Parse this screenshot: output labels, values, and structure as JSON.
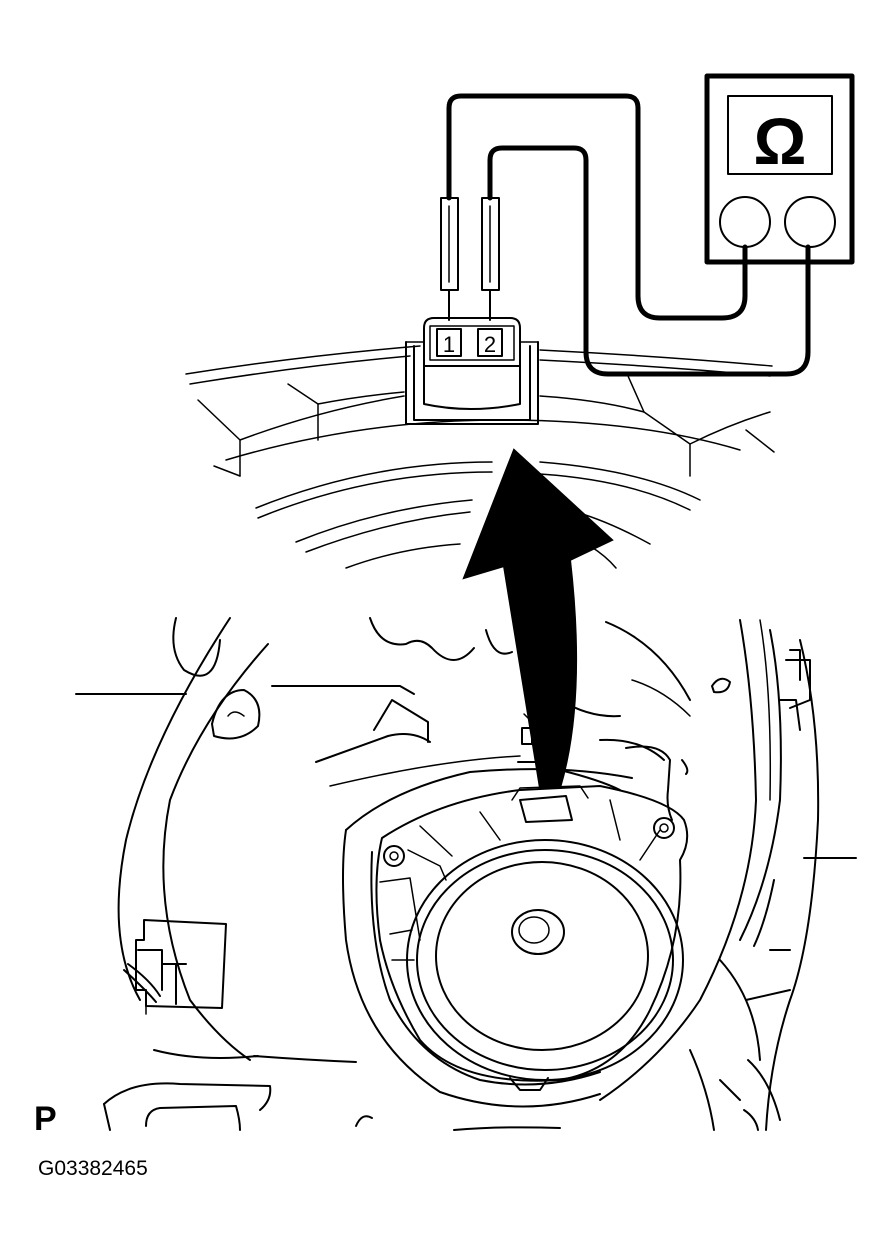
{
  "ohmmeter": {
    "symbol": "Ω"
  },
  "connector": {
    "pin1": "1",
    "pin2": "2"
  },
  "view_letter": "P",
  "figure_code": "G03382465",
  "colors": {
    "ink": "#000000",
    "paper": "#ffffff"
  }
}
